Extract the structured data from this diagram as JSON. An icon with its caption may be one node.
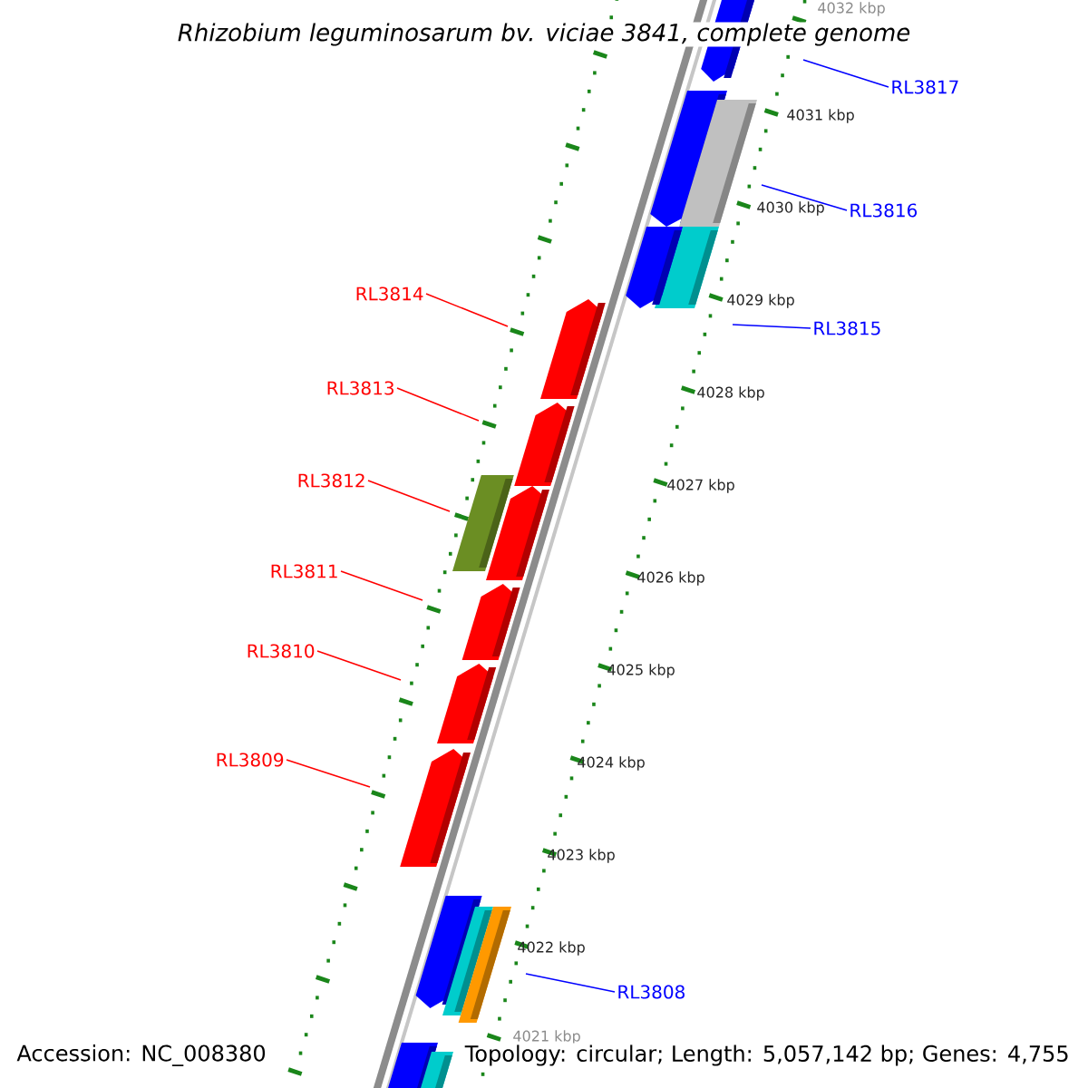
{
  "diagram": {
    "title": "Rhizobium leguminosarum bv. viciae 3841, complete genome",
    "nodes": [
      {
        "text": [
          "RL3817"
        ]
      },
      {
        "text": [
          "RL3816"
        ]
      },
      {
        "text": [
          "RL3815"
        ]
      },
      {
        "text": [
          "RL3814"
        ]
      },
      {
        "text": [
          "RL3813"
        ]
      },
      {
        "text": [
          "RL3812"
        ]
      },
      {
        "text": [
          "RL3811"
        ]
      },
      {
        "text": [
          "RL3810"
        ]
      },
      {
        "text": [
          "RL3809"
        ]
      },
      {
        "text": [
          "RL3808"
        ]
      }
    ],
    "edges": [
      {
        "from": 0,
        "to": null,
        "arrow": "none",
        "color": "#0000ff"
      },
      {
        "from": 1,
        "to": null,
        "arrow": "none",
        "color": "#0000ff"
      },
      {
        "from": 2,
        "to": null,
        "arrow": "none",
        "color": "#0000ff"
      },
      {
        "from": 3,
        "to": null,
        "arrow": "none"
      },
      {
        "from": 4,
        "to": null,
        "arrow": "none"
      },
      {
        "from": 5,
        "to": null,
        "arrow": "none"
      },
      {
        "from": 6,
        "to": null,
        "arrow": "none"
      },
      {
        "from": 7,
        "to": null,
        "arrow": "none"
      },
      {
        "from": 8,
        "to": null,
        "arrow": "none"
      },
      {
        "from": 9,
        "to": null,
        "arrow": "none",
        "color": "#0000ff"
      }
    ],
    "labels": [
      "4032 kbp",
      "4031 kbp",
      "4030 kbp",
      "4029 kbp",
      "4028 kbp",
      "4027 kbp",
      "4026 kbp",
      "4025 kbp",
      "4024 kbp",
      "4023 kbp",
      "4022 kbp",
      "4021 kbp",
      "Accession: NC_008380",
      "Topology: circular; Length: 5,057,142 bp; Genes: 4,755"
    ]
  }
}
